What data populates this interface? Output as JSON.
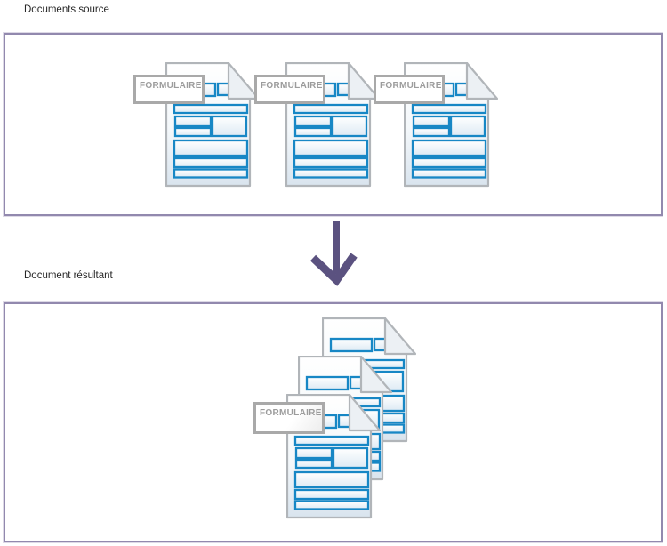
{
  "headings": {
    "source": "Documents source",
    "result": "Document résultant"
  },
  "source_documents": [
    {
      "label": "FORMULAIRE"
    },
    {
      "label": "FORMULAIRE"
    },
    {
      "label": "FORMULAIRE"
    }
  ],
  "result_document": {
    "label": "FORMULAIRE",
    "stack_count": 3
  },
  "colors": {
    "panel_border": "#9289ae",
    "arrow": "#5b5280",
    "doc_border": "#b1b5b9",
    "flap_fill": "#ecf0f4",
    "page_shade": "#d9e4ee",
    "field_shade": "#ddeaf4",
    "field_blue": "#1787c5",
    "label_border": "#a9a9a9",
    "label_text": "#9c9c9c",
    "heading_text": "#262626"
  }
}
